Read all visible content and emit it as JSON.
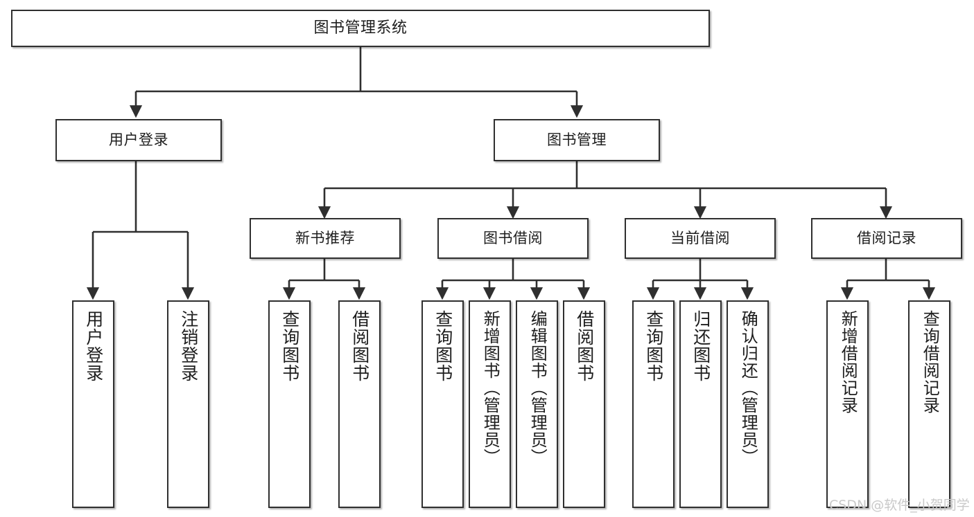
{
  "diagram": {
    "title": "图书管理系统",
    "type": "tree-hierarchy-chart",
    "line_color": "#2f2f2f",
    "box_border_color": "#2f2f2f",
    "box_fill_color": "#ffffff",
    "text_color": "#1d1d1d"
  },
  "nodes": {
    "root": {
      "label": "图书管理系统"
    },
    "level2": [
      {
        "label": "用户登录"
      },
      {
        "label": "图书管理"
      }
    ],
    "level3": [
      {
        "label": "新书推荐"
      },
      {
        "label": "图书借阅"
      },
      {
        "label": "当前借阅"
      },
      {
        "label": "借阅记录"
      }
    ],
    "leaves": {
      "user_login": [
        {
          "label": "用户登录"
        },
        {
          "label": "注销登录"
        }
      ],
      "new_book_recommend": [
        {
          "label": "查询图书"
        },
        {
          "label": "借阅图书"
        }
      ],
      "book_borrow": [
        {
          "label": "查询图书"
        },
        {
          "label": "新增图书（管理员）"
        },
        {
          "label": "编辑图书（管理员）"
        },
        {
          "label": "借阅图书"
        }
      ],
      "current_borrow": [
        {
          "label": "查询图书"
        },
        {
          "label": "归还图书"
        },
        {
          "label": "确认归还（管理员）"
        }
      ],
      "borrow_record": [
        {
          "label": "新增借阅记录"
        },
        {
          "label": "查询借阅记录"
        }
      ]
    }
  },
  "watermark": {
    "text": "CSDN @软件_小贺同学"
  }
}
